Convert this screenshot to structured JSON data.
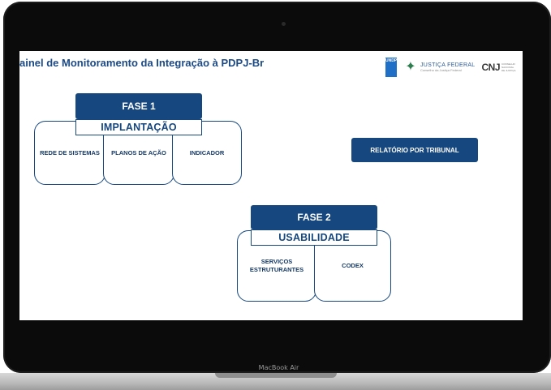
{
  "device": {
    "label": "MacBook Air"
  },
  "header": {
    "title": "ainel de Monitoramento da Integração à PDPJ-Br",
    "logos": {
      "undp": "UNDP",
      "justica_federal": "JUSTIÇA FEDERAL",
      "justica_federal_sub": "Conselho da Justiça Federal",
      "cnj": "CNJ",
      "cnj_sub": "CONSELHO NACIONAL DE JUSTIÇA"
    }
  },
  "phase1": {
    "title": "FASE 1",
    "subtitle": "IMPLANTAÇÃO",
    "cards": [
      "REDE DE SISTEMAS",
      "PLANOS DE AÇÃO",
      "INDICADOR"
    ]
  },
  "report_button": {
    "label": "RELATÓRIO POR TRIBUNAL"
  },
  "phase2": {
    "title": "FASE 2",
    "subtitle": "USABILIDADE",
    "cards": [
      "SERVIÇOS ESTRUTURANTES",
      "CODEX"
    ]
  },
  "colors": {
    "primary": "#16477f",
    "frame": "#0b0b0b"
  }
}
